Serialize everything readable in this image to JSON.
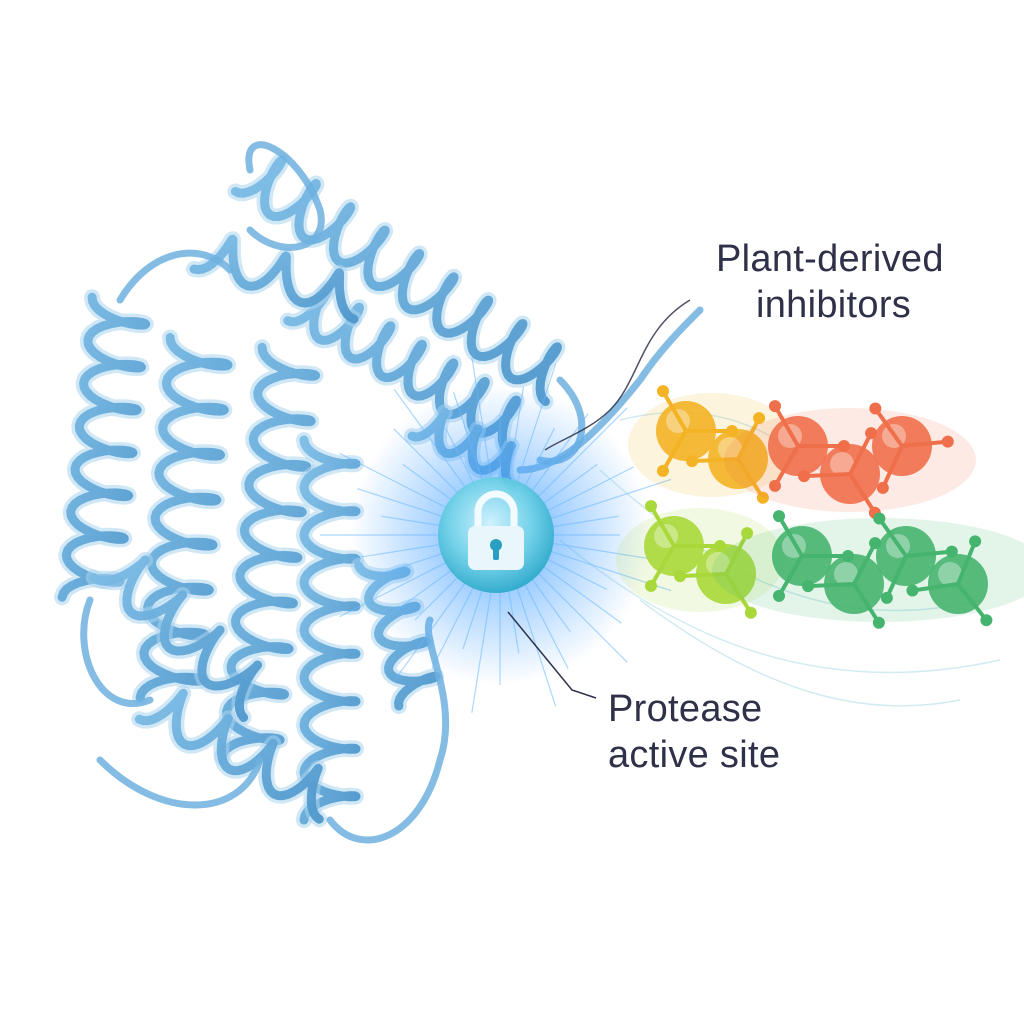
{
  "labels": {
    "inhibitors": [
      "Plant-derived",
      "inhibitors"
    ],
    "active_site": [
      "Protease",
      "active site"
    ]
  },
  "icons": {
    "active_site_marker": "lock-icon"
  },
  "colors": {
    "protein_ribbon": "#5fa8d8",
    "protein_ribbon_light": "#a9d3ef",
    "glow": "#4aa3ff",
    "lock_fill": "#e9f6fb",
    "leader_line": "#2e3148",
    "molecule_yellow": "#f3b324",
    "molecule_orange": "#ef6f4a",
    "molecule_lime": "#a8d83a",
    "molecule_green": "#45b46e",
    "text": "#2e3148"
  }
}
